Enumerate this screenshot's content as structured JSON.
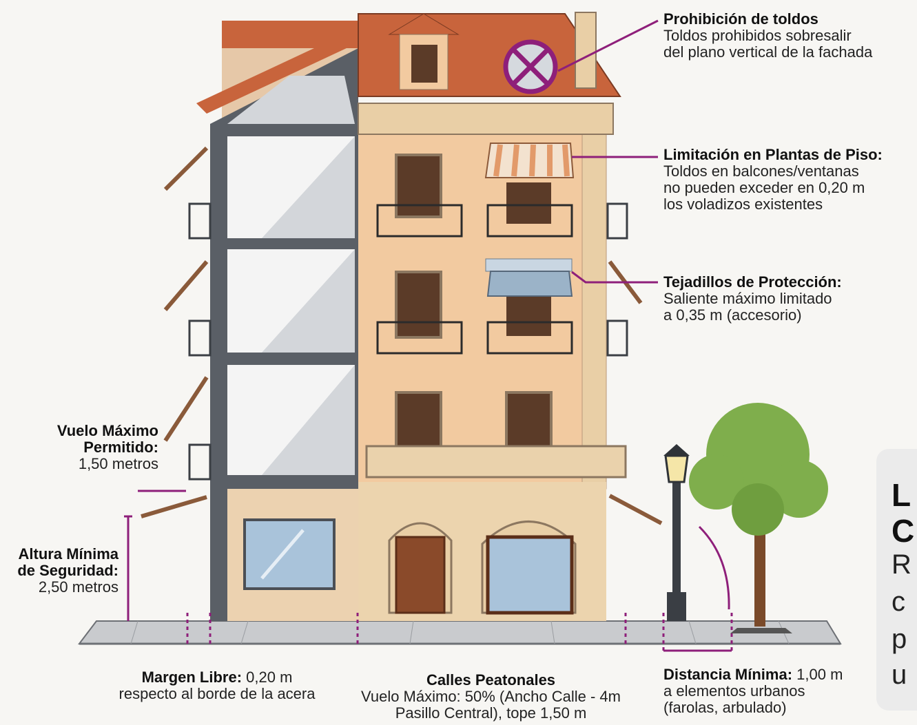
{
  "colors": {
    "accent": "#8e1f7a",
    "facade": "#f2caa0",
    "roof": "#c8643c",
    "stone": "#e9cfa6",
    "section_wall": "#5a5f66",
    "section_room": "#d4d6da",
    "awning_stripe": "#e29a6a",
    "awning_blue": "#9bb3c8",
    "tree_green": "#7fae4c",
    "pavement": "#c4c6c9"
  },
  "annotations": {
    "prohibicion": {
      "title": "Prohibición de toldos",
      "line1": "Toldos prohibidos sobresalir",
      "line2": "del plano vertical de la fachada"
    },
    "limitacion": {
      "title": "Limitación en Plantas de Piso:",
      "line1": "Toldos en balcones/ventanas",
      "line2": "no pueden exceder en 0,20 m",
      "line3": "los voladizos existentes"
    },
    "tejadillos": {
      "title": "Tejadillos de Protección:",
      "line1": "Saliente máximo limitado",
      "line2": "a 0,35 m (accesorio)"
    },
    "vuelo": {
      "title1": "Vuelo Máximo",
      "title2": "Permitido:",
      "value": "1,50 metros"
    },
    "altura": {
      "title1": "Altura Mínima",
      "title2": "de Seguridad:",
      "value": "2,50 metros"
    },
    "margen": {
      "title": "Margen Libre:",
      "value": " 0,20 m",
      "line2": "respecto al borde de la acera"
    },
    "peatonales": {
      "title": "Calles Peatonales",
      "line1": "Vuelo Máximo: 50% (Ancho Calle - 4m",
      "line2": "Pasillo Central), tope 1,50 m"
    },
    "distancia": {
      "title": "Distancia Mínima:",
      "value": " 1,00 m",
      "line2": "a elementos urbanos",
      "line3": "(farolas, arbulado)"
    }
  },
  "side_card": {
    "l1": "L",
    "l2": "C",
    "l3": "R",
    "l4": "c",
    "l5": "p",
    "l6": "u"
  }
}
